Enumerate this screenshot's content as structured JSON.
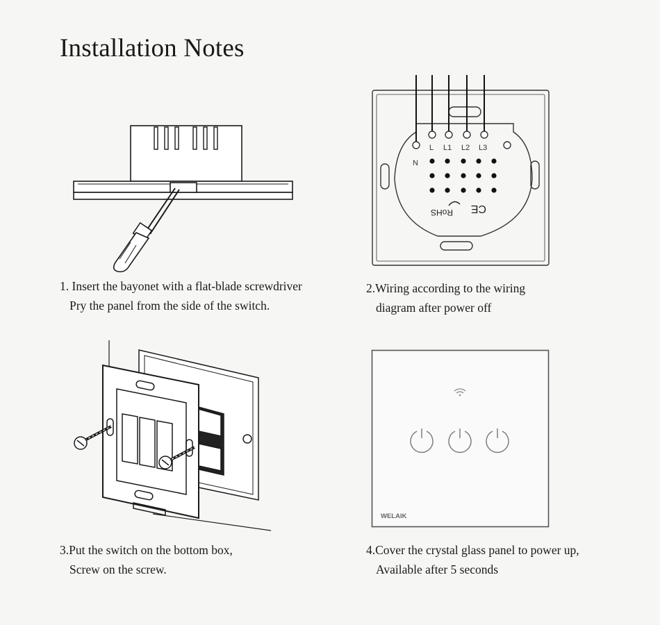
{
  "page": {
    "title": "Installation Notes"
  },
  "steps": [
    {
      "caption_line1": "1. Insert the bayonet with a flat-blade screwdriver",
      "caption_line2": "Pry the panel from the side of the switch."
    },
    {
      "caption_line1": "2.Wiring according to the wiring",
      "caption_line2": "diagram after power off",
      "terminal_labels": [
        "N",
        "L",
        "L1",
        "L2",
        "L3"
      ],
      "marks": [
        "RoHS",
        "CE"
      ]
    },
    {
      "caption_line1": "3.Put the switch on the bottom box,",
      "caption_line2": "Screw on the screw."
    },
    {
      "caption_line1": "4.Cover the crystal glass panel to power up,",
      "caption_line2": "Available after 5 seconds",
      "brand": "WELAIK",
      "icons": [
        "wifi-icon",
        "power-icon",
        "power-icon",
        "power-icon"
      ]
    }
  ]
}
